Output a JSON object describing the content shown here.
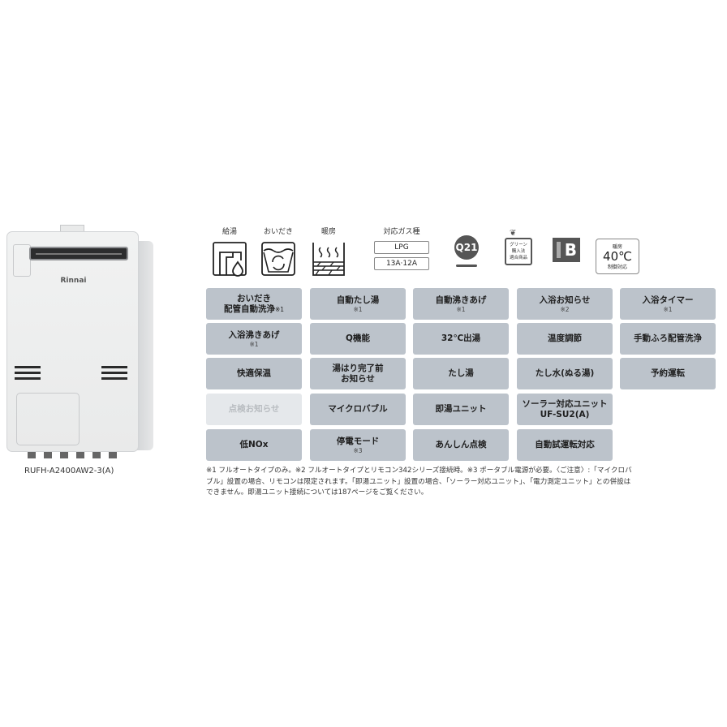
{
  "product": {
    "brand_logo": "Rinnai",
    "model": "RUFH-A2400AW2-3(A)"
  },
  "icons": [
    {
      "label": "給湯",
      "icon": "faucet-water-icon"
    },
    {
      "label": "おいだき",
      "icon": "reheat-bath-icon"
    },
    {
      "label": "暖房",
      "icon": "floor-heating-icon"
    }
  ],
  "gas": {
    "label": "対応ガス種",
    "types": [
      "LPG",
      "13A·12A"
    ]
  },
  "badges": {
    "q21": "Q21",
    "green": [
      "グリーン",
      "購入法",
      "適合商品"
    ],
    "b_mark": "B",
    "heating40": {
      "line1": "暖房",
      "line2": "40℃",
      "line3": "制御対応"
    }
  },
  "features": [
    {
      "label": "おいだき",
      "label2": "配管自動洗浄",
      "inline_note": "※1",
      "note": ""
    },
    {
      "label": "自動たし湯",
      "note": "※1"
    },
    {
      "label": "自動沸きあげ",
      "note": "※1"
    },
    {
      "label": "入浴お知らせ",
      "note": "※2"
    },
    {
      "label": "入浴タイマー",
      "note": "※1"
    },
    {
      "label": "入浴沸きあげ",
      "note": "※1"
    },
    {
      "label": "Q機能",
      "note": ""
    },
    {
      "label": "32℃出湯",
      "note": ""
    },
    {
      "label": "温度調節",
      "note": ""
    },
    {
      "label": "手動ふろ配管洗浄",
      "note": ""
    },
    {
      "label": "快適保温",
      "note": ""
    },
    {
      "label": "湯はり完了前",
      "label2": "お知らせ",
      "note": ""
    },
    {
      "label": "たし湯",
      "note": ""
    },
    {
      "label": "たし水(ぬる湯)",
      "note": ""
    },
    {
      "label": "予約運転",
      "note": ""
    },
    {
      "label": "点検お知らせ",
      "note": "",
      "disabled": true
    },
    {
      "label": "マイクロバブル",
      "note": ""
    },
    {
      "label": "即湯ユニット",
      "note": ""
    },
    {
      "label": "ソーラー対応ユニット",
      "label2": "UF-SU2(A)",
      "note": ""
    },
    {
      "label": "低NOx",
      "note": ""
    },
    {
      "label": "停電モード",
      "note": "※3"
    },
    {
      "label": "あんしん点検",
      "note": ""
    },
    {
      "label": "自動試運転対応",
      "note": ""
    }
  ],
  "footnote": {
    "line1": "※1 フルオートタイプのみ。※2 フルオートタイプとリモコン342シリーズ接続時。※3 ポータブル電源が必要。〈ご注意〉:「マイクロバ",
    "line2": "ブル」設置の場合、リモコンは限定されます。「即湯ユニット」設置の場合、「ソーラー対応ユニット」、「電力測定ユニット」との併設は",
    "line3": "できません。即湯ユニット接続については187ページをご覧ください。"
  },
  "colors": {
    "feature_bg": "#bcc3cb",
    "feature_disabled_bg": "#e5e8eb",
    "badge_dark": "#555555"
  }
}
